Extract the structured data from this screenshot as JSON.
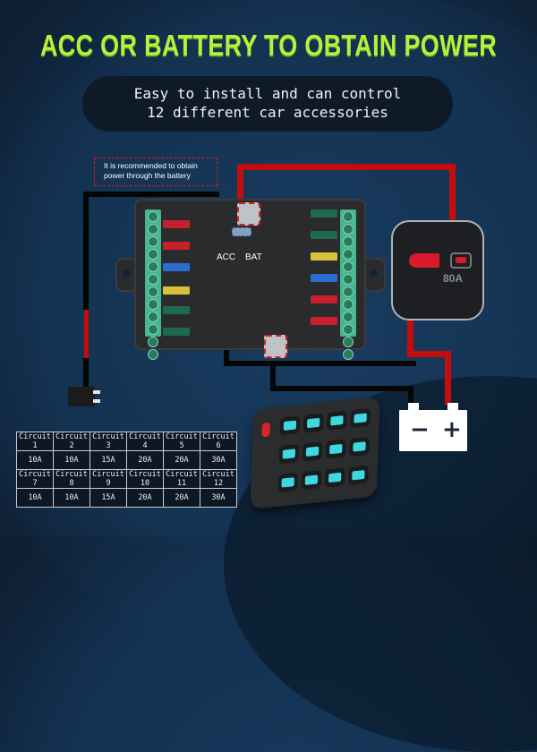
{
  "header": {
    "title": "ACC OR BATTERY TO OBTAIN POWER",
    "subtitle_line1": "Easy to install and can control",
    "subtitle_line2": "12 different car accessories"
  },
  "diagram": {
    "note": "It is recommended to obtain power through the battery",
    "switch_labels": {
      "acc": "ACC",
      "bat": "BAT"
    },
    "breaker_rating": "80A",
    "battery": {
      "negative": "−",
      "positive": "+"
    },
    "colors": {
      "title": "#b9ef3a",
      "wire_positive": "#c30d0d",
      "wire_ground": "#050505",
      "panel_icons": "#3fd8e0"
    }
  },
  "circuit_table": {
    "rows": [
      [
        "Circuit 1",
        "Circuit 2",
        "Circuit 3",
        "Circuit 4",
        "Circuit 5",
        "Circuit 6"
      ],
      [
        "10A",
        "10A",
        "15A",
        "20A",
        "20A",
        "30A"
      ],
      [
        "Circuit 7",
        "Circuit 8",
        "Circuit 9",
        "Circuit 10",
        "Circuit 11",
        "Circuit 12"
      ],
      [
        "10A",
        "10A",
        "15A",
        "20A",
        "20A",
        "30A"
      ]
    ]
  }
}
